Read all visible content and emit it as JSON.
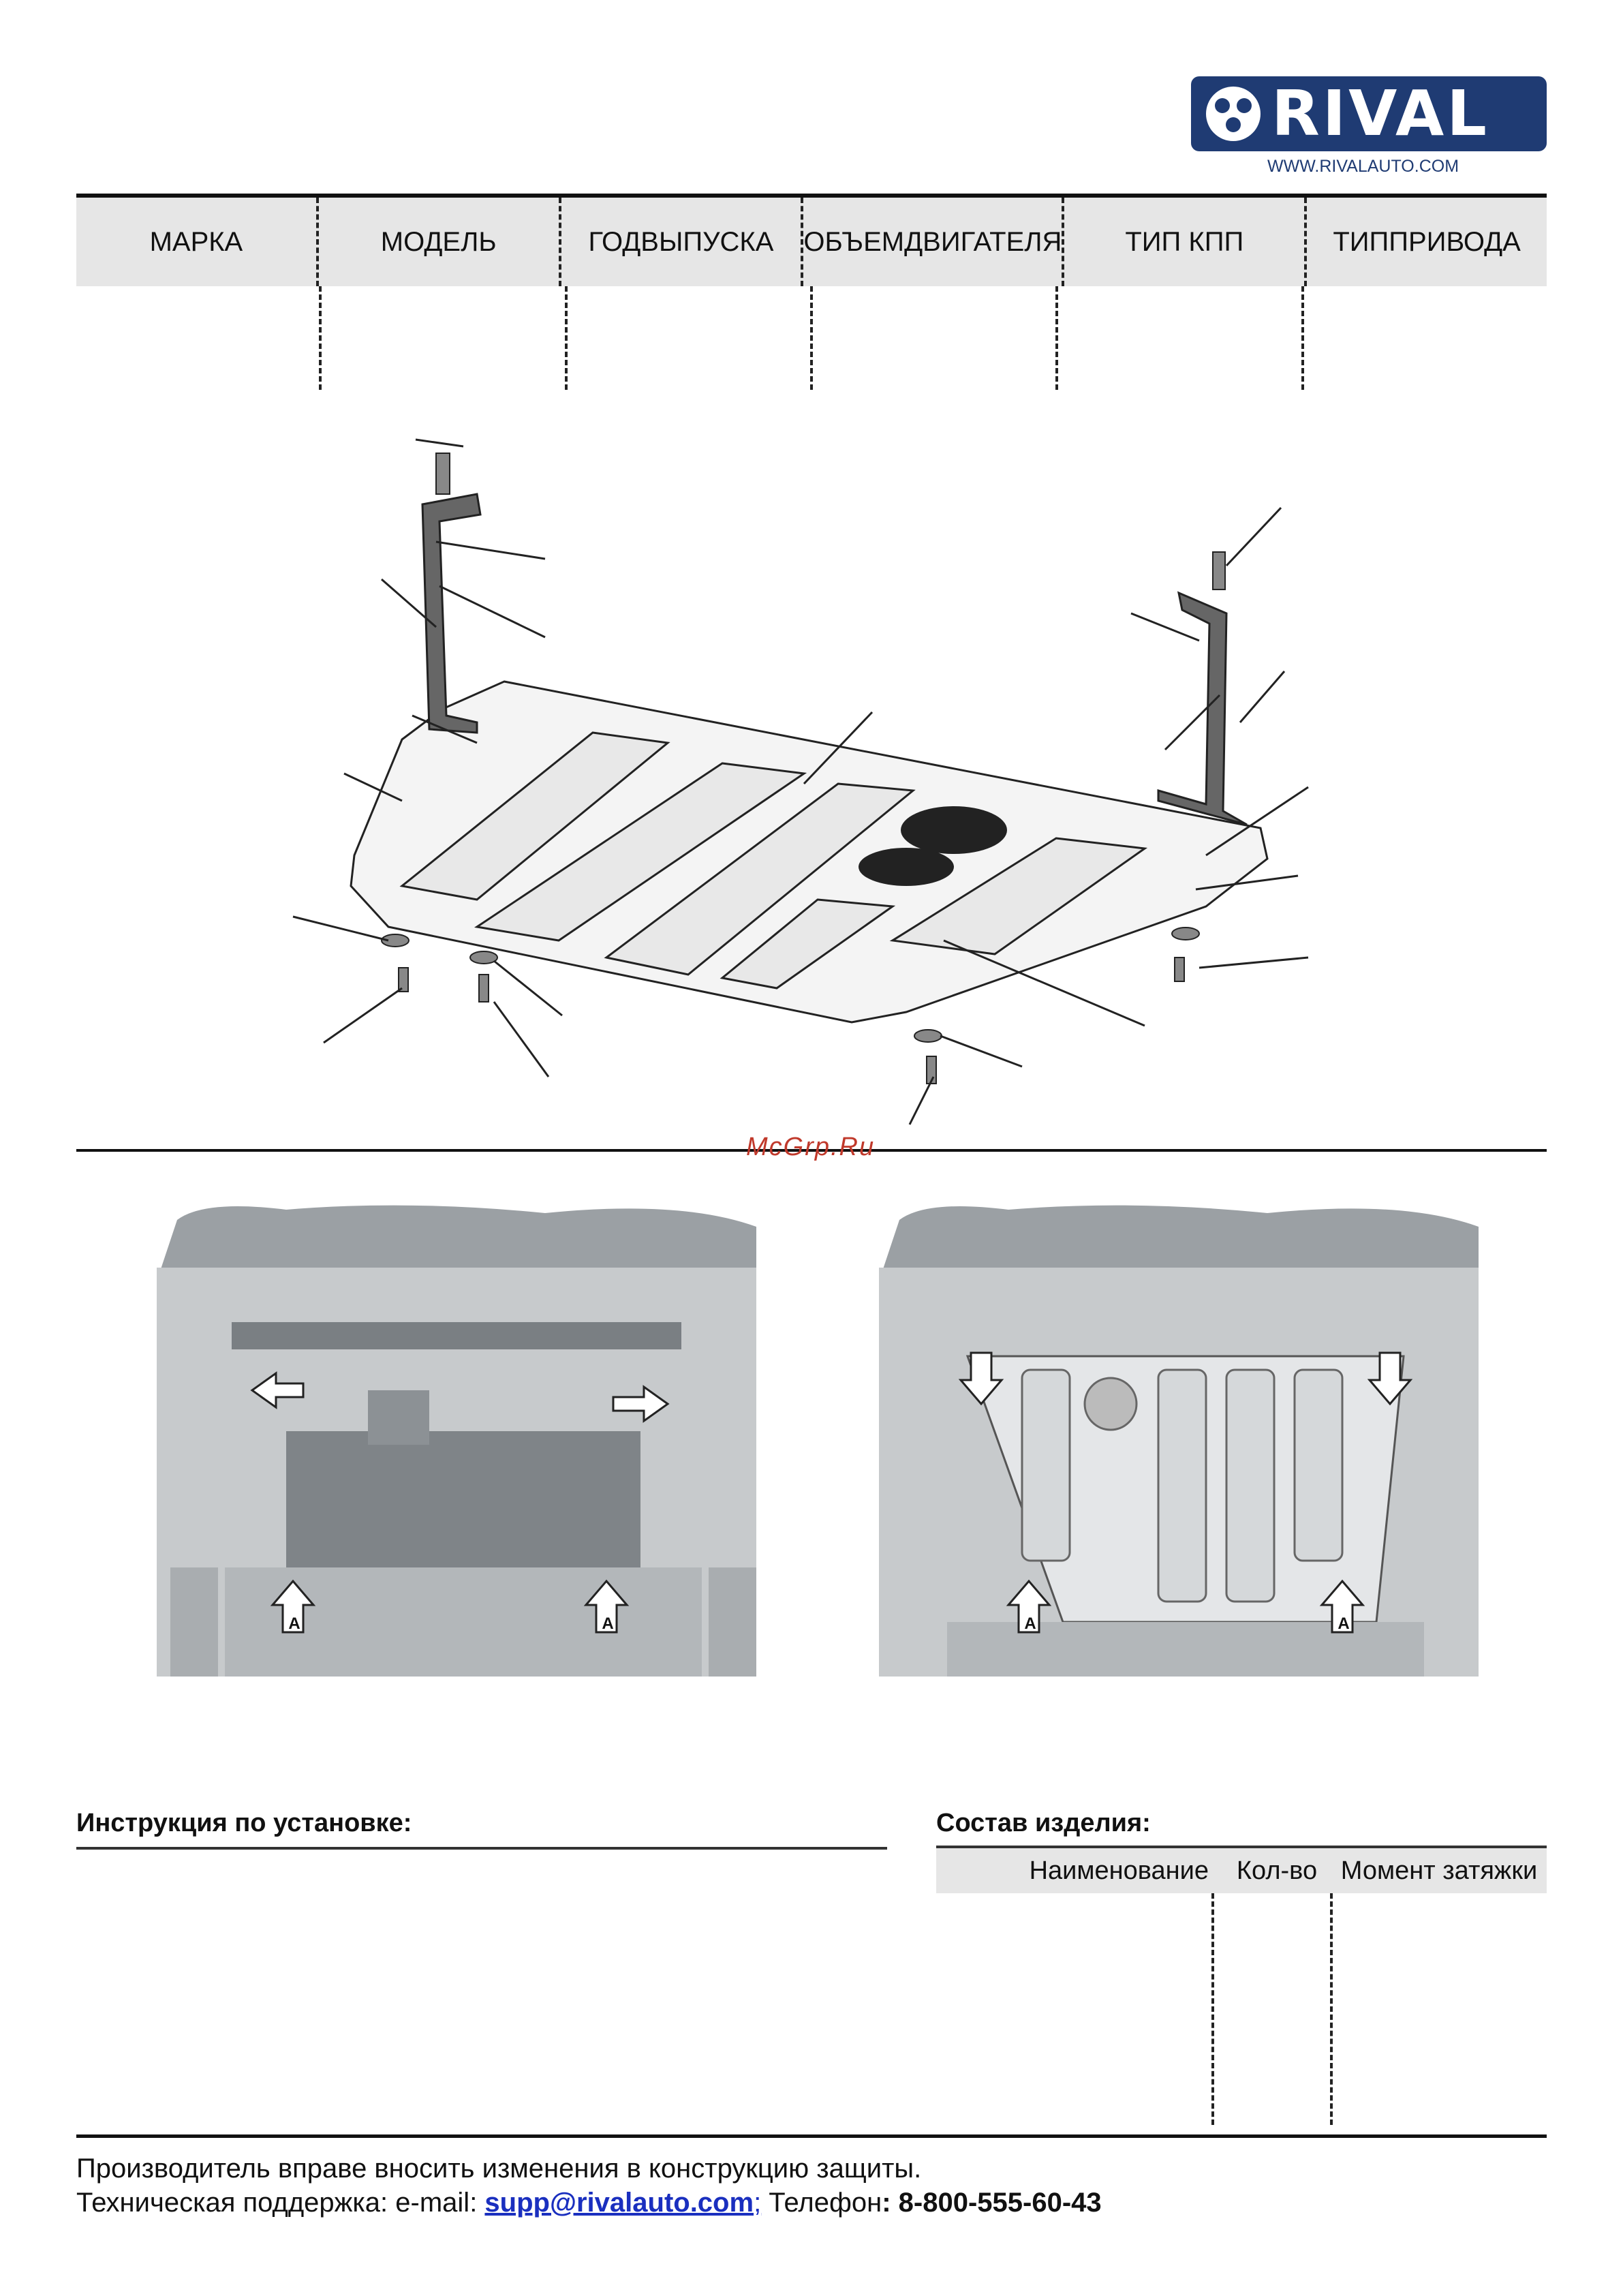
{
  "brand": {
    "logo_text": "RIVAL",
    "website": "WWW.RIVALAUTO.COM"
  },
  "spec_table": {
    "headers": [
      [
        "МАРКА"
      ],
      [
        "МОДЕЛЬ"
      ],
      [
        "ГОД",
        "ВЫПУСКА"
      ],
      [
        "ОБЪЕМ",
        "ДВИГАТЕЛЯ"
      ],
      [
        "ТИП КПП"
      ],
      [
        "ТИП",
        "ПРИВОДА"
      ]
    ]
  },
  "watermark": "McGrp.Ru",
  "photo_markers": [
    "A",
    "A",
    "A",
    "A"
  ],
  "instructions": {
    "title": "Инструкция по установке:"
  },
  "composition": {
    "title": "Состав изделия:",
    "columns": [
      "Наименование",
      "Кол-во",
      "Момент затяжки"
    ]
  },
  "footer": {
    "line1": "Производитель вправе вносить изменения в конструкцию защиты.",
    "support_prefix": "Техническая поддержка:  e-mail: ",
    "email": "supp@rivalauto.com",
    "email_suffix": ";",
    "phone_label": " Телефон",
    "phone": ": 8-800-555-60-43"
  },
  "colors": {
    "brand_blue": "#1f3b73",
    "link_blue": "#1a2fbf",
    "watermark_red": "#c0392b"
  }
}
